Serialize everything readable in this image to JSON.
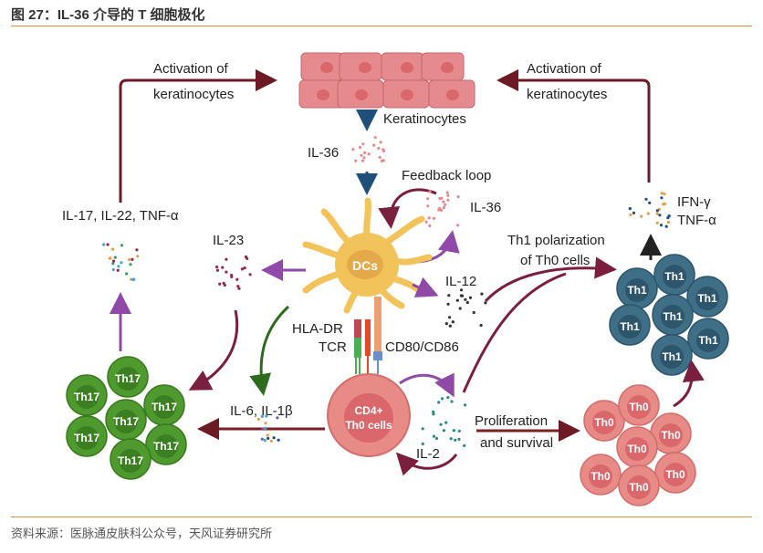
{
  "header": {
    "title": "图 27：IL-36 介导的 T 细胞极化",
    "accent_color": "#e08a3c"
  },
  "footer": {
    "source": "资料来源：医脉通皮肤科公众号，天风证券研究所"
  },
  "diagram": {
    "keratinocytes_label": "Keratinocytes",
    "il36_label": "IL-36",
    "feedback_loop_label": "Feedback loop",
    "feedback_il36_label": "IL-36",
    "dcs_label": "DCs",
    "il23_label": "IL-23",
    "il12_label": "IL-12",
    "hla_dr_label": "HLA-DR",
    "tcr_label": "TCR",
    "cd80_cd86_label": "CD80/CD86",
    "th0_center_label_1": "CD4+",
    "th0_center_label_2": "Th0 cells",
    "il2_label": "IL-2",
    "il6_il1b_label": "IL-6, IL-1β",
    "proliferation_label_1": "Proliferation",
    "proliferation_label_2": "and survival",
    "th1_polarization_label_1": "Th1 polarization",
    "th1_polarization_label_2": "of Th0 cells",
    "left_activation_label_1": "Activation of",
    "left_activation_label_2": "keratinocytes",
    "right_activation_label_1": "Activation of",
    "right_activation_label_2": "keratinocytes",
    "th17_cytokines_label": "IL-17, IL-22, TNF-α",
    "th1_cytokines_label_1": "IFN-γ",
    "th1_cytokines_label_2": "TNF-α",
    "th17_cell_label": "Th17",
    "th1_cell_label": "Th1",
    "th0_cell_label": "Th0",
    "colors": {
      "keratinocyte": "#d9676c",
      "dc": "#f2c35a",
      "th17": "#4f9a2e",
      "th1": "#3f6e87",
      "th0": "#e88a86",
      "arrow_dark_red": "#6e1a24",
      "arrow_purple": "#8e4aa6",
      "arrow_blue": "#1f4e79",
      "arrow_green": "#2f6b1f"
    }
  }
}
